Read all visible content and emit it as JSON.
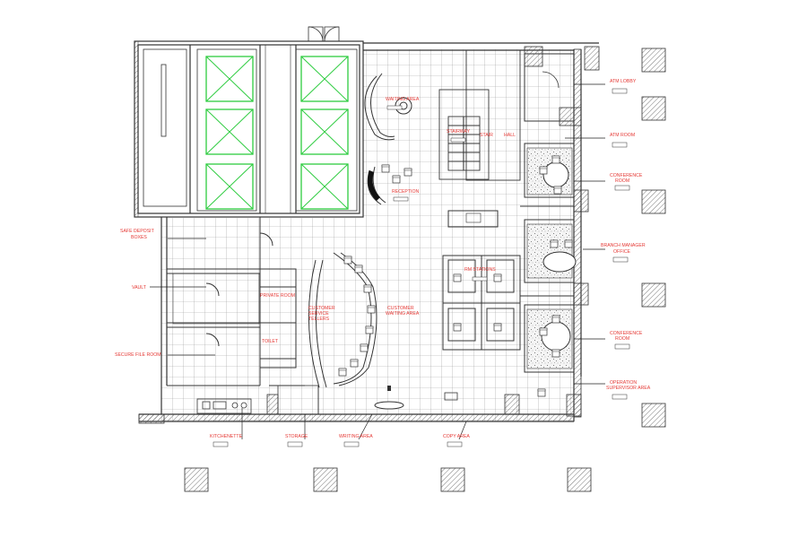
{
  "colors": {
    "label": "#e53935",
    "wall": "#333333",
    "grid": "#9a9a9a",
    "elevator": "#2ecc40"
  },
  "rooms": {
    "atm_lobby": "ATM LOBBY",
    "atm_room": "ATM ROOM",
    "conference_top": [
      "CONFERENCE",
      "ROOM"
    ],
    "branch_manager": [
      "BRANCH MANAGER",
      "OFFICE"
    ],
    "conference_bottom": [
      "CONFERENCE",
      "ROOM"
    ],
    "operation_supervisor": [
      "OPERATION",
      "SUPERVISOR AREA"
    ],
    "safe_deposit": [
      "SAFE DEPOSIT",
      "BOXES"
    ],
    "vault": "VAULT",
    "secure_file": "SECURE FILE ROOM",
    "kitchenette": "KITCHENETTE",
    "storage": "STORAGE",
    "writing_area": "WRITING AREA",
    "copy_area": "COPY AREA",
    "waiting_area": "WAITING AREA",
    "reception": "RECEPTION",
    "stair": "STAIR",
    "private_room": "PRIVATE ROOM",
    "tellers": [
      "CUSTOMER",
      "SERVICE",
      "TELLERS"
    ],
    "customer_waiting": [
      "CUSTOMER",
      "WAITING AREA"
    ],
    "rm_stations": "RM STATIONS",
    "toilet": "TOILET",
    "hall": "HALL",
    "stairway": "STAIRWAY"
  },
  "icons": [
    "elevator-icon",
    "hatched-column-icon",
    "door-swing-icon",
    "chair-icon"
  ]
}
